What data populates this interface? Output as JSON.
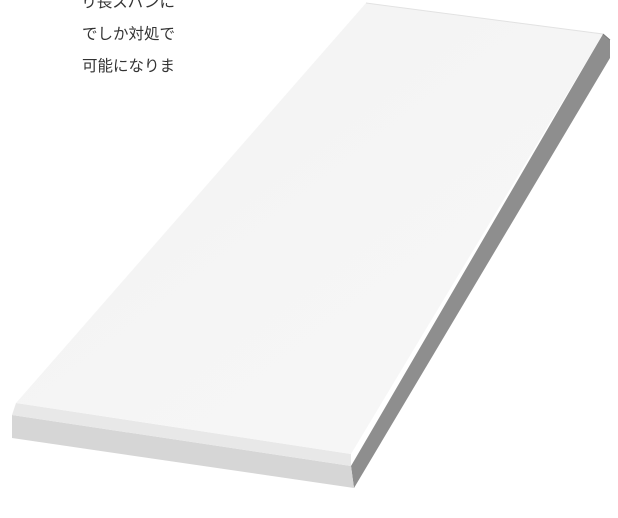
{
  "text": {
    "lines": [
      "り長スパンに",
      "でしか対処で",
      "可能になりま"
    ]
  },
  "figure": {
    "object": "board-panel",
    "colors": {
      "top_face": "#f3f3f3",
      "top_face_highlight": "#f8f8f8",
      "bevel_edge": "#e9e9e9",
      "front_face": "#d5d5d5",
      "side_face": "#8e8e8e",
      "outline": "#d9d9d9"
    }
  }
}
